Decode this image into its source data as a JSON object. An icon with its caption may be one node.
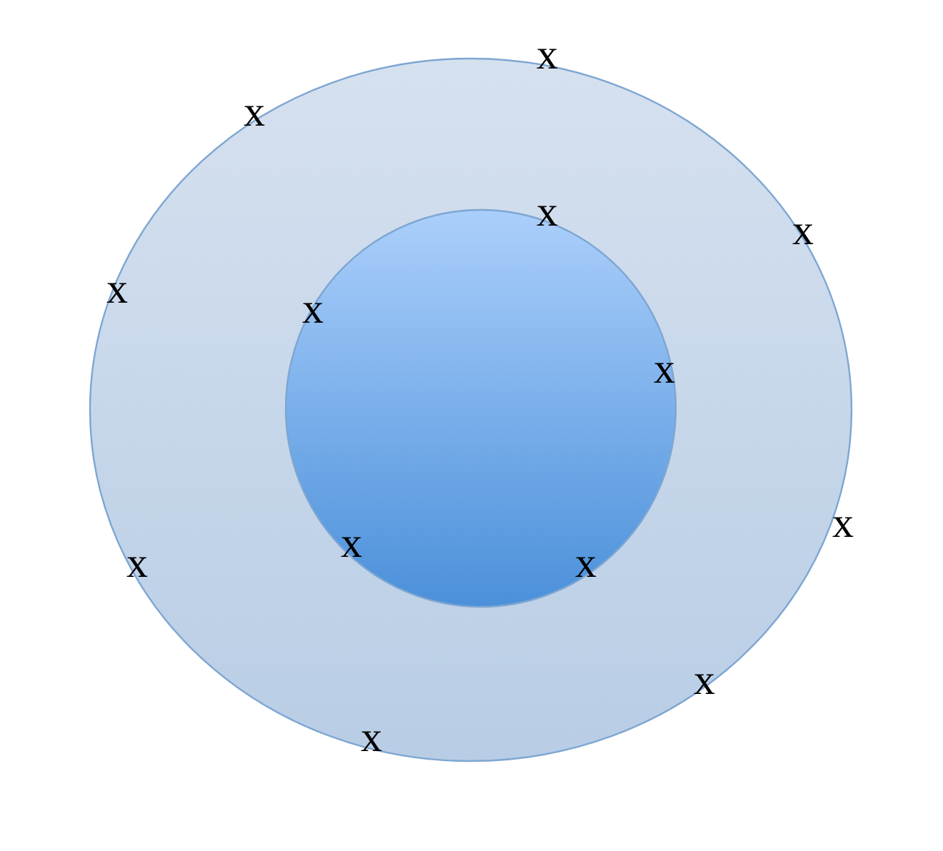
{
  "diagram": {
    "nodes": [
      {
        "text": [],
        "shape": "circle"
      },
      {
        "text": [],
        "shape": "circle",
        "in": 0
      }
    ],
    "labels": [
      "x",
      "x",
      "x",
      "x",
      "x",
      "x",
      "x",
      "x",
      "x",
      "x",
      "x",
      "x",
      "x"
    ]
  }
}
